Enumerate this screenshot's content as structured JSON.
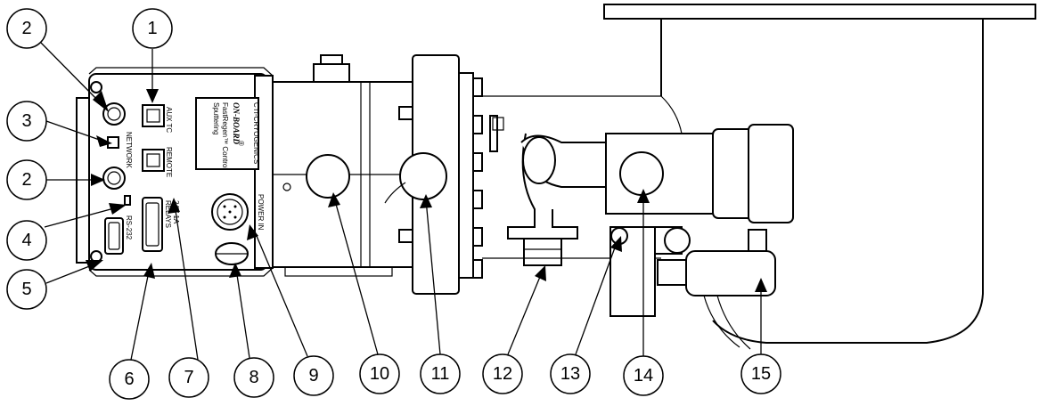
{
  "panel": {
    "brand": "CTI-CRYOGENICS",
    "product": "ON-BOARD",
    "product_mark": "®",
    "subtitle": "FastRegen™ Control",
    "subtitle2": "Sputtering",
    "port_aux_tc": "AUX TC",
    "port_network": "NETWORK",
    "port_remote": "REMOTE",
    "port_rs232": "RS-232",
    "port_relays": "RELAYS",
    "port_relays_rating": "24V 1A",
    "port_power": "POWER IN"
  },
  "callouts": [
    "1",
    "2",
    "3",
    "2",
    "4",
    "5",
    "6",
    "7",
    "8",
    "9",
    "10",
    "11",
    "12",
    "13",
    "14",
    "15"
  ]
}
